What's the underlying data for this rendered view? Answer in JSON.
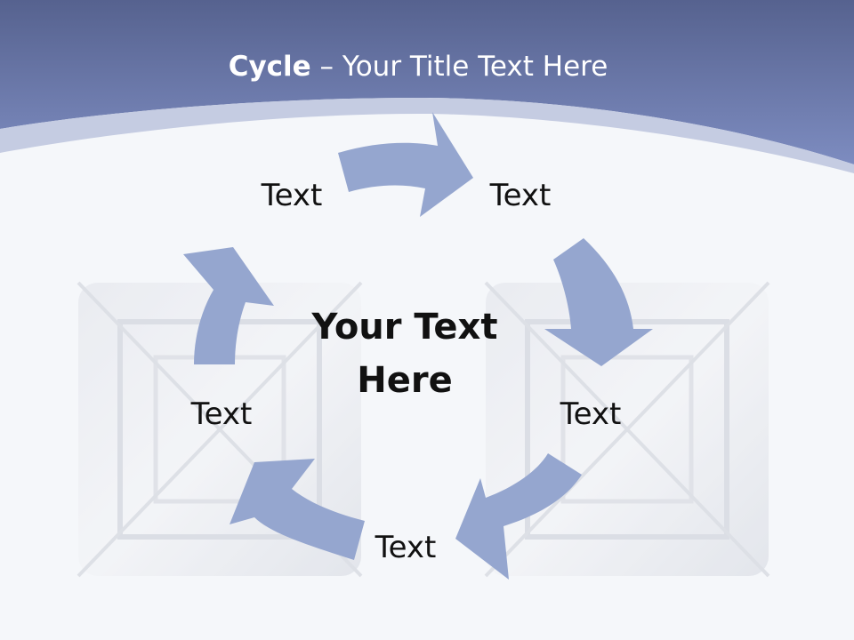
{
  "slide": {
    "title_bold": "Cycle",
    "title_rest": " – Your Title Text Here",
    "center_line1": "Your Text",
    "center_line2": "Here"
  },
  "nodes": [
    {
      "label": "Text"
    },
    {
      "label": "Text"
    },
    {
      "label": "Text"
    },
    {
      "label": "Text"
    },
    {
      "label": "Text"
    }
  ],
  "colors": {
    "header": "#6f7fb4",
    "header_dark": "#4f5d8e",
    "arrow": "#95a6cf",
    "background": "#f5f7fa"
  }
}
